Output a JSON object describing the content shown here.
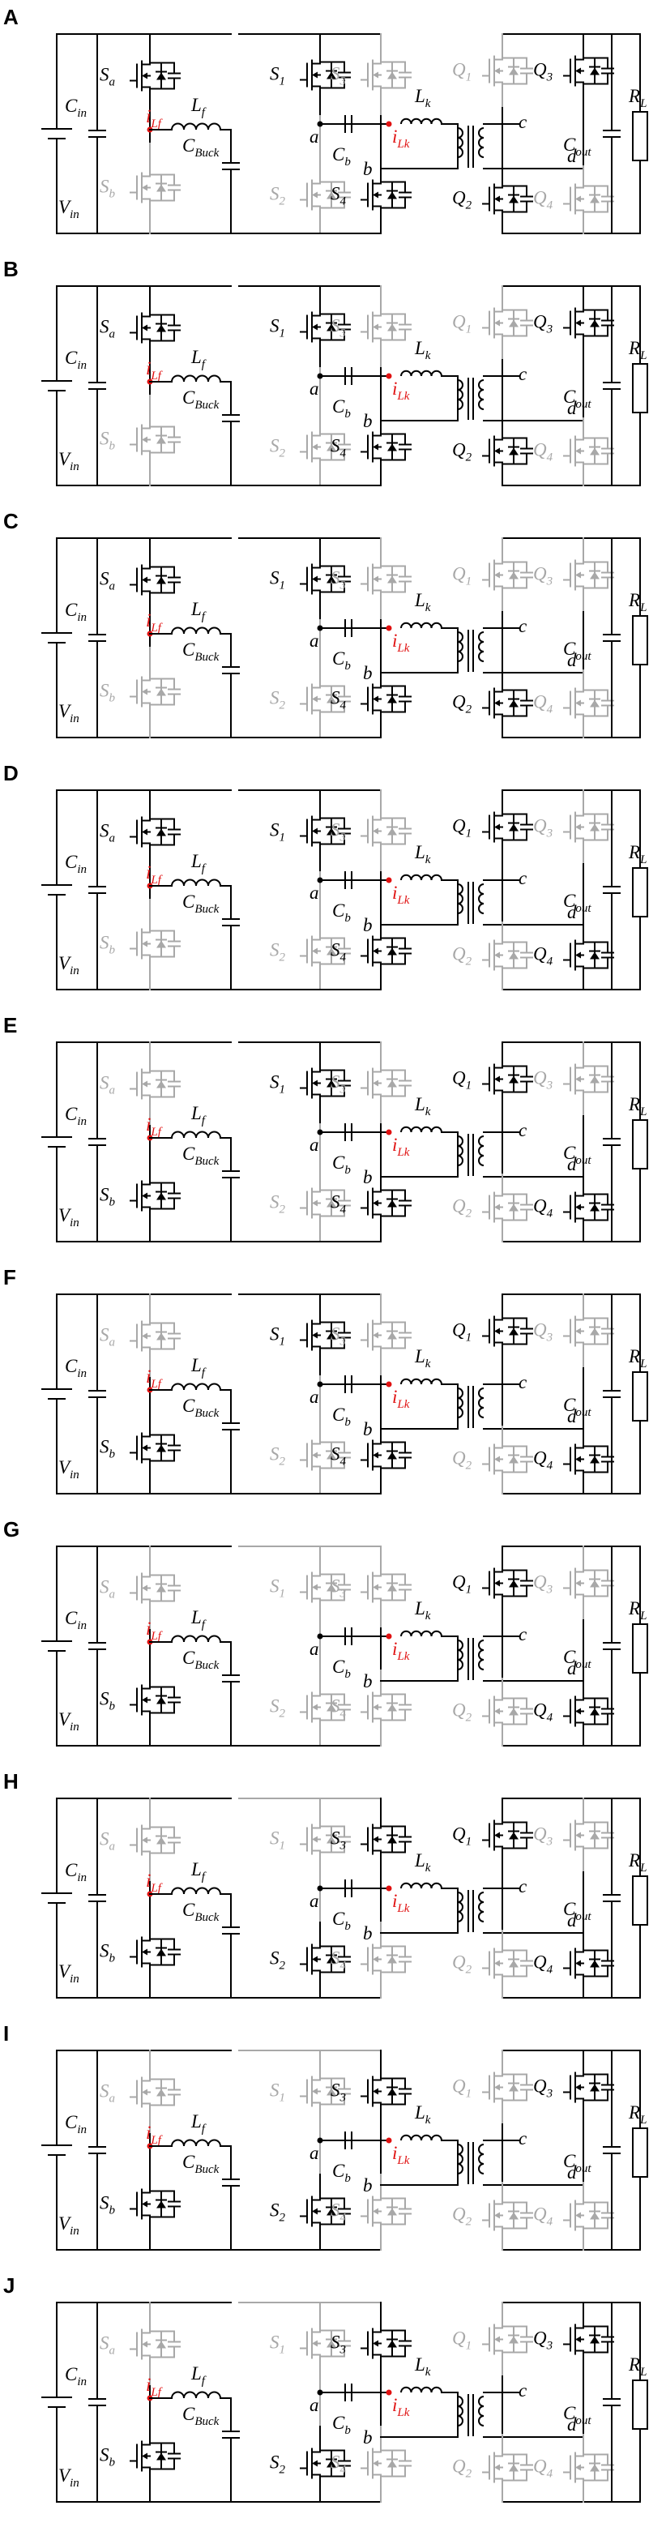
{
  "colors": {
    "active": "#000000",
    "inactive": "#a8a8a8",
    "current": "#e01010"
  },
  "labels": {
    "cin": [
      "C",
      "in"
    ],
    "vin": [
      "V",
      "in"
    ],
    "lf": [
      "L",
      "f"
    ],
    "cbuck": [
      "C",
      "Buck"
    ],
    "cb": [
      "C",
      "b"
    ],
    "lk": [
      "L",
      "k"
    ],
    "cout": [
      "C",
      "out"
    ],
    "rl": [
      "R",
      "L"
    ],
    "ilf": [
      "i",
      "Lf"
    ],
    "ilk": [
      "i",
      "Lk"
    ],
    "sa": [
      "S",
      "a"
    ],
    "sb": [
      "S",
      "b"
    ],
    "s1": [
      "S",
      "1"
    ],
    "s2": [
      "S",
      "2"
    ],
    "s3": [
      "S",
      "3"
    ],
    "s4": [
      "S",
      "4"
    ],
    "q1": [
      "Q",
      "1"
    ],
    "q2": [
      "Q",
      "2"
    ],
    "q3": [
      "Q",
      "3"
    ],
    "q4": [
      "Q",
      "4"
    ],
    "a": "a",
    "b": "b",
    "c": "c",
    "d": "d"
  },
  "panels": [
    {
      "tag": "A",
      "active": [
        "sa",
        "s1",
        "s4",
        "q2",
        "q3"
      ]
    },
    {
      "tag": "B",
      "active": [
        "sa",
        "s1",
        "s4",
        "q2",
        "q3"
      ]
    },
    {
      "tag": "C",
      "active": [
        "sa",
        "s1",
        "s4",
        "q2"
      ]
    },
    {
      "tag": "D",
      "active": [
        "sa",
        "s1",
        "s4",
        "q1",
        "q4"
      ]
    },
    {
      "tag": "E",
      "active": [
        "sb",
        "s1",
        "s4",
        "q1",
        "q4"
      ]
    },
    {
      "tag": "F",
      "active": [
        "sb",
        "s1",
        "s4",
        "q1",
        "q4"
      ]
    },
    {
      "tag": "G",
      "active": [
        "sb",
        "q1",
        "q4"
      ]
    },
    {
      "tag": "H",
      "active": [
        "sb",
        "s2",
        "s3",
        "q1",
        "q4"
      ]
    },
    {
      "tag": "I",
      "active": [
        "sb",
        "s2",
        "s3",
        "q3"
      ]
    },
    {
      "tag": "J",
      "active": [
        "sb",
        "s2",
        "s3",
        "q3"
      ]
    }
  ]
}
